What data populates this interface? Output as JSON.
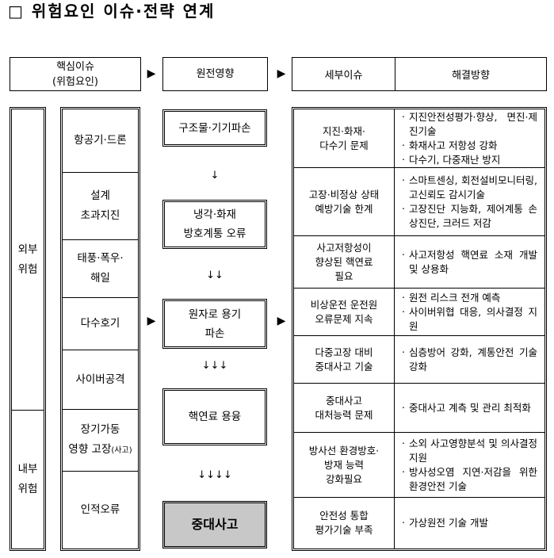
{
  "title": "□ 위험요인 이슈·전략 연계",
  "header": {
    "core_issue": [
      "핵심이슈",
      "(위험요인)"
    ],
    "impact": "원전영향",
    "detail_issue": "세부이슈",
    "solution": "해결방향"
  },
  "flow_arrow": "▶",
  "bullet": "‧",
  "risk_groups": [
    {
      "lines": [
        "외부",
        "위험"
      ]
    },
    {
      "lines": [
        "내부",
        "위험"
      ]
    }
  ],
  "risk_factors": [
    {
      "lines": [
        "항공기·드론"
      ]
    },
    {
      "lines": [
        "설계",
        "초과지진"
      ]
    },
    {
      "lines": [
        "태풍·폭우·",
        "해일"
      ]
    },
    {
      "lines": [
        "다수호기"
      ]
    },
    {
      "lines": [
        "사이버공격"
      ]
    },
    {
      "lines": [
        "장기가동",
        "영향 고장"
      ],
      "small": "(사고)"
    },
    {
      "lines": [
        "인적오류"
      ]
    }
  ],
  "impacts": [
    {
      "lines": [
        "구조물·기기파손"
      ]
    },
    {
      "lines": [
        "냉각·화재",
        "방호계통 오류"
      ]
    },
    {
      "lines": [
        "원자로 용기",
        "파손"
      ]
    },
    {
      "lines": [
        "핵연료 용융"
      ]
    },
    {
      "lines": [
        "중대사고"
      ],
      "highlight_color": "#c8c8c8"
    }
  ],
  "impact_arrows": [
    "↓",
    "↓↓",
    "↓↓↓",
    "↓↓↓↓"
  ],
  "issues": [
    {
      "lines": [
        "지진·화재·",
        "다수기 문제"
      ],
      "solutions": [
        "지진안전성평가·향상, 면진·제진기술",
        "화재사고 저항성 강화",
        "다수기, 다중재난 방지"
      ]
    },
    {
      "lines": [
        "고장·비정상 상태",
        "예방기술 한계"
      ],
      "solutions": [
        "스마트센싱, 회전설비모니터링, 고신뢰도 감시기술",
        "고장진단 지능화, 제어계통 손상진단, 크러드 저감"
      ]
    },
    {
      "lines": [
        "사고저항성이",
        "향상된 핵연료",
        "필요"
      ],
      "solutions": [
        "사고저항성 핵연료 소재 개발 및 상용화"
      ]
    },
    {
      "lines": [
        "비상운전 운전원",
        "오류문제 지속"
      ],
      "solutions": [
        "원전 리스크 전개 예측",
        "사이버위협 대응, 의사결정 지원"
      ]
    },
    {
      "lines": [
        "다중고장 대비",
        "중대사고 기술"
      ],
      "solutions": [
        "심층방어 강화, 계통안전 기술 강화"
      ]
    },
    {
      "lines": [
        "중대사고",
        "대처능력 문제"
      ],
      "solutions": [
        "중대사고 계측 및 관리 최적화"
      ]
    },
    {
      "lines": [
        "방사선 환경방호·",
        "방재 능력",
        "강화필요"
      ],
      "solutions": [
        "소외 사고영향분석 및 의사결정 지원",
        "방사성오염 지연·저감을 위한 환경안전 기술"
      ]
    },
    {
      "lines": [
        "안전성 통합",
        "평가기술 부족"
      ],
      "solutions": [
        "가상원전 기술 개발"
      ]
    }
  ]
}
